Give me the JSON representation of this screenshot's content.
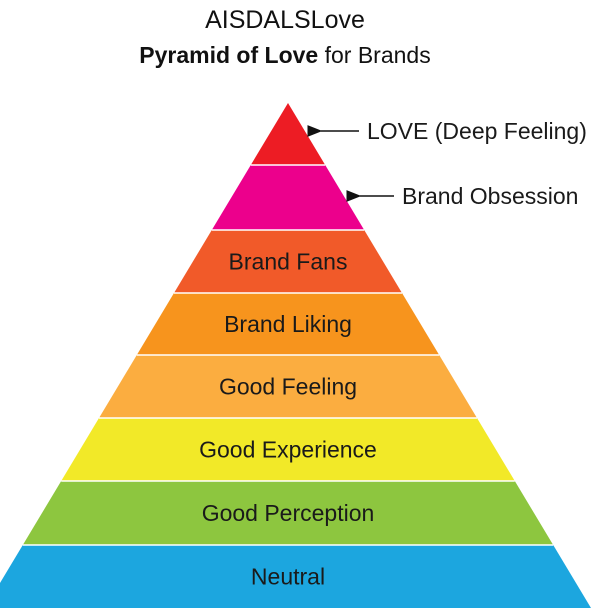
{
  "header": {
    "title": "AISDALSLove",
    "subtitle_bold": "Pyramid of Love",
    "subtitle_rest": " for Brands"
  },
  "pyramid": {
    "layers": [
      {
        "label": "",
        "color": "#ed1c24"
      },
      {
        "label": "",
        "color": "#ec008c"
      },
      {
        "label": "Brand Fans",
        "color": "#f15a29"
      },
      {
        "label": "Brand Liking",
        "color": "#f7941d"
      },
      {
        "label": "Good Feeling",
        "color": "#fbad40"
      },
      {
        "label": "Good Experience",
        "color": "#f2e928"
      },
      {
        "label": "Good Perception",
        "color": "#8dc63f"
      },
      {
        "label": "Neutral",
        "color": "#1ca6df"
      }
    ],
    "callouts": [
      {
        "label": "LOVE (Deep Feeling)",
        "layer": 0
      },
      {
        "label": "Brand Obsession",
        "layer": 1
      }
    ]
  }
}
